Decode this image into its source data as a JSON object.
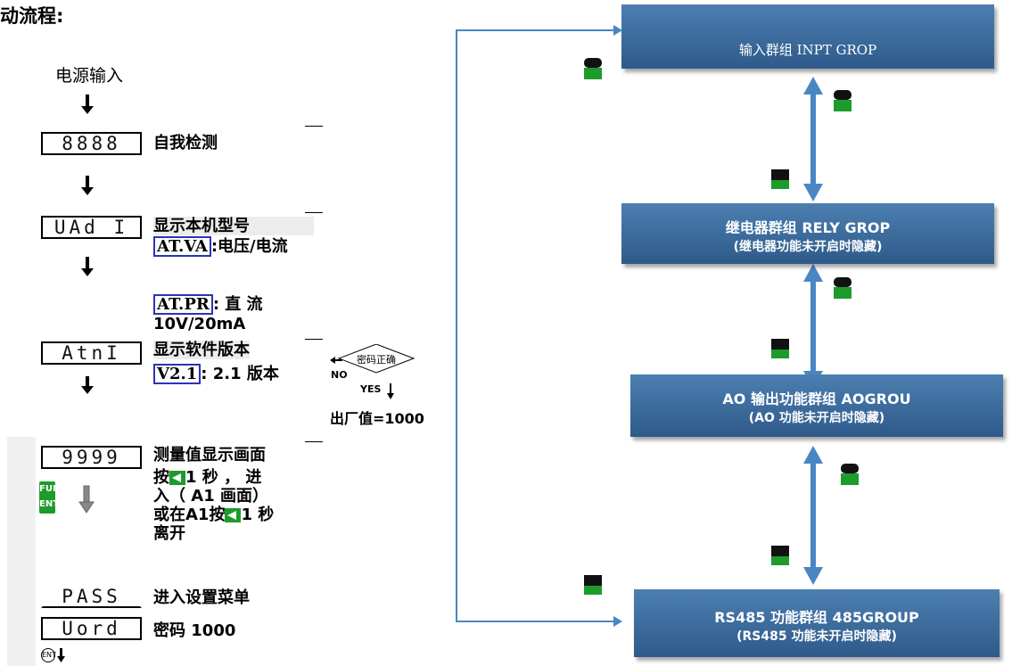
{
  "title": "动流程:",
  "power_input": "电源输入",
  "steps": [
    {
      "lcd": "8888",
      "desc": "自我检测"
    },
    {
      "lcd": "UAd I",
      "desc": "显示本机型号"
    },
    {
      "lcd": "AtnI",
      "desc": "显示软件版本"
    },
    {
      "lcd": "9999",
      "desc": "测量值显示画面"
    },
    {
      "lcd": "PASS",
      "desc": "进入设置菜单"
    },
    {
      "lcd": "Uord",
      "desc": "密码 1000"
    }
  ],
  "model_notes": {
    "atva_tag": "AT.VA",
    "atva_text": ":电压/电流",
    "atpr_tag": "AT.PR",
    "atpr_text": ": 直 流 10V/20mA"
  },
  "version_note": {
    "tag": "V2.1",
    "text": ": 2.1 版本"
  },
  "measure_notes": {
    "line1a": "按",
    "line1b": "1 秒 ， 进",
    "line2": "入（ A1 画面）",
    "line3a": "或在A1按",
    "line3b": "1 秒",
    "line4": "离开"
  },
  "fun_ent": {
    "top": "FUN",
    "bottom": "ENT"
  },
  "ent_small": "ENT",
  "diamond": {
    "label": "密码正确",
    "no": "NO",
    "yes": "YES"
  },
  "factory_value": "出厂值=1000",
  "groups": [
    {
      "line1": "输入群组 INPT GROP",
      "line2": ""
    },
    {
      "line1": "继电器群组 RELY GROP",
      "line2": "(继电器功能未开启时隐藏)"
    },
    {
      "line1": "AO 输出功能群组 AOGROU",
      "line2": "(AO 功能未开启时隐藏)"
    },
    {
      "line1": "RS485 功能群组 485GROUP",
      "line2": "(RS485 功能未开启时隐藏)"
    }
  ],
  "colors": {
    "box": "#2e5a8a",
    "arrow": "#4a86c4",
    "key_green": "#1d9c2c",
    "tag_border": "#2a34b8"
  }
}
